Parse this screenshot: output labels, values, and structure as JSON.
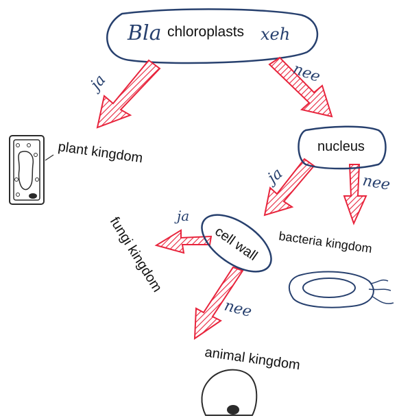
{
  "colors": {
    "ink": "#27406e",
    "arrow": "#e8243c",
    "text": "#111111",
    "cell_ink": "#2b2b2b"
  },
  "top_node": {
    "handwritten": "Bla",
    "handwritten_tail": "xeh",
    "label": "chloroplasts"
  },
  "branches": {
    "root_yes": "ja",
    "root_no": "nee",
    "nucleus_yes": "ja",
    "nucleus_no": "nee",
    "cellwall_yes": "ja",
    "cellwall_no": "nee"
  },
  "nodes": {
    "nucleus": "nucleus",
    "cell_wall": "cell wall"
  },
  "outcomes": {
    "plant": "plant kingdom",
    "bacteria": "bacteria kingdom",
    "fungi": "fungi kingdom",
    "animal": "animal kingdom"
  },
  "icons": [
    "plant-cell-icon",
    "bacteria-cell-icon",
    "animal-cell-icon"
  ]
}
